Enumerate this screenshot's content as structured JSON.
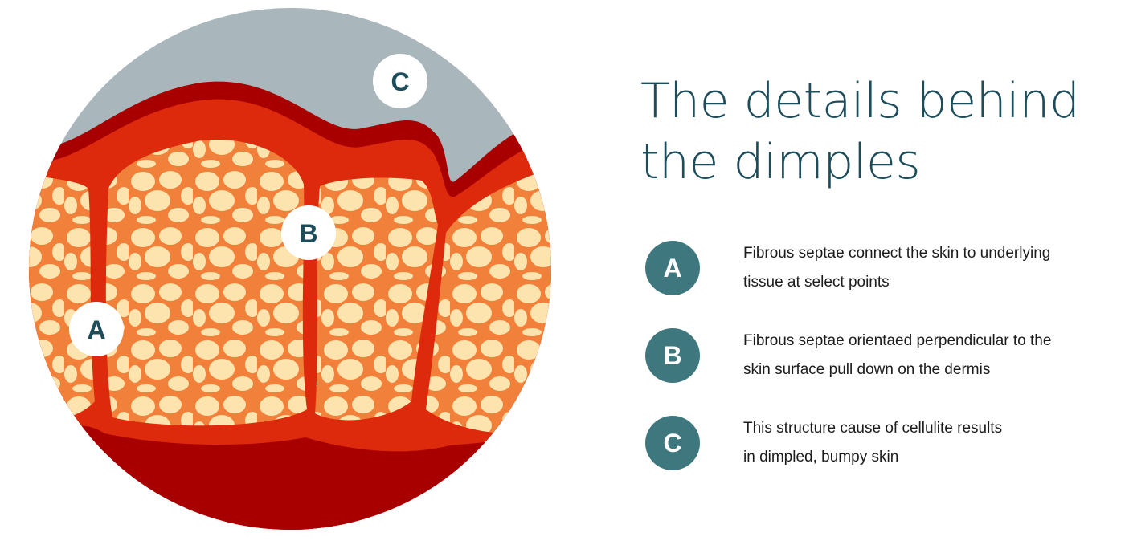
{
  "title": "The details behind the dimples",
  "colors": {
    "badge": "#3e777e",
    "title": "#1d4d5a",
    "epidermis": "#a9b6bb",
    "dermis_dark": "#a80000",
    "dermis": "#de2a0c",
    "fat_cell": "#fde3ad",
    "fat_border": "#f0803a"
  },
  "diagram_labels": [
    "A",
    "B",
    "C"
  ],
  "legend": [
    {
      "letter": "A",
      "line1": "Fibrous septae connect the skin to underlying",
      "line2": "tissue at select points"
    },
    {
      "letter": "B",
      "line1": "Fibrous septae orientaed perpendicular to the",
      "line2": "skin surface pull down on the dermis"
    },
    {
      "letter": "C",
      "line1": "This structure cause of cellulite results",
      "line2": "in dimpled, bumpy skin"
    }
  ]
}
